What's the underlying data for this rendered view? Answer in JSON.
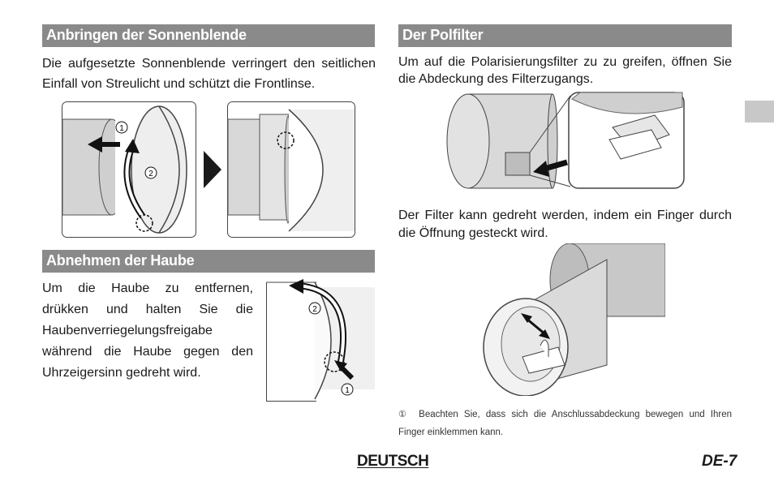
{
  "left": {
    "section1": {
      "heading": "Anbringen der Sonnenblende",
      "paragraph": "Die aufgesetzte Sonnenblende verringert den seitlichen Einfall von Streulicht und schützt die Frontlinse."
    },
    "section2": {
      "heading": "Abnehmen der Haube",
      "paragraph": "Um die Haube zu entfernen, drükken und halten Sie die Haubenverriegelungsfreigabe während die Haube gegen den Uhrzeigersinn gedreht wird."
    },
    "callouts": {
      "one": "1",
      "two": "2"
    }
  },
  "right": {
    "section": {
      "heading": "Der Polfilter",
      "paragraph1": "Um auf die Polarisierungsfilter zu zu greifen, öffnen Sie die Abdeckung des Filterzugangs.",
      "paragraph2": "Der Filter kann gedreht werden, indem ein Finger durch die Öffnung gesteckt wird."
    },
    "note": {
      "icon": "caution-icon",
      "symbol": "①",
      "text": "Beachten Sie, dass sich die Anschlussabdeckung bewegen und Ihren Finger einklemmen kann."
    }
  },
  "footer": {
    "language": "DEUTSCH",
    "page_number": "DE-7"
  },
  "colors": {
    "heading_bar": "#8a8a8a",
    "page_tab": "#c8c8c8"
  }
}
